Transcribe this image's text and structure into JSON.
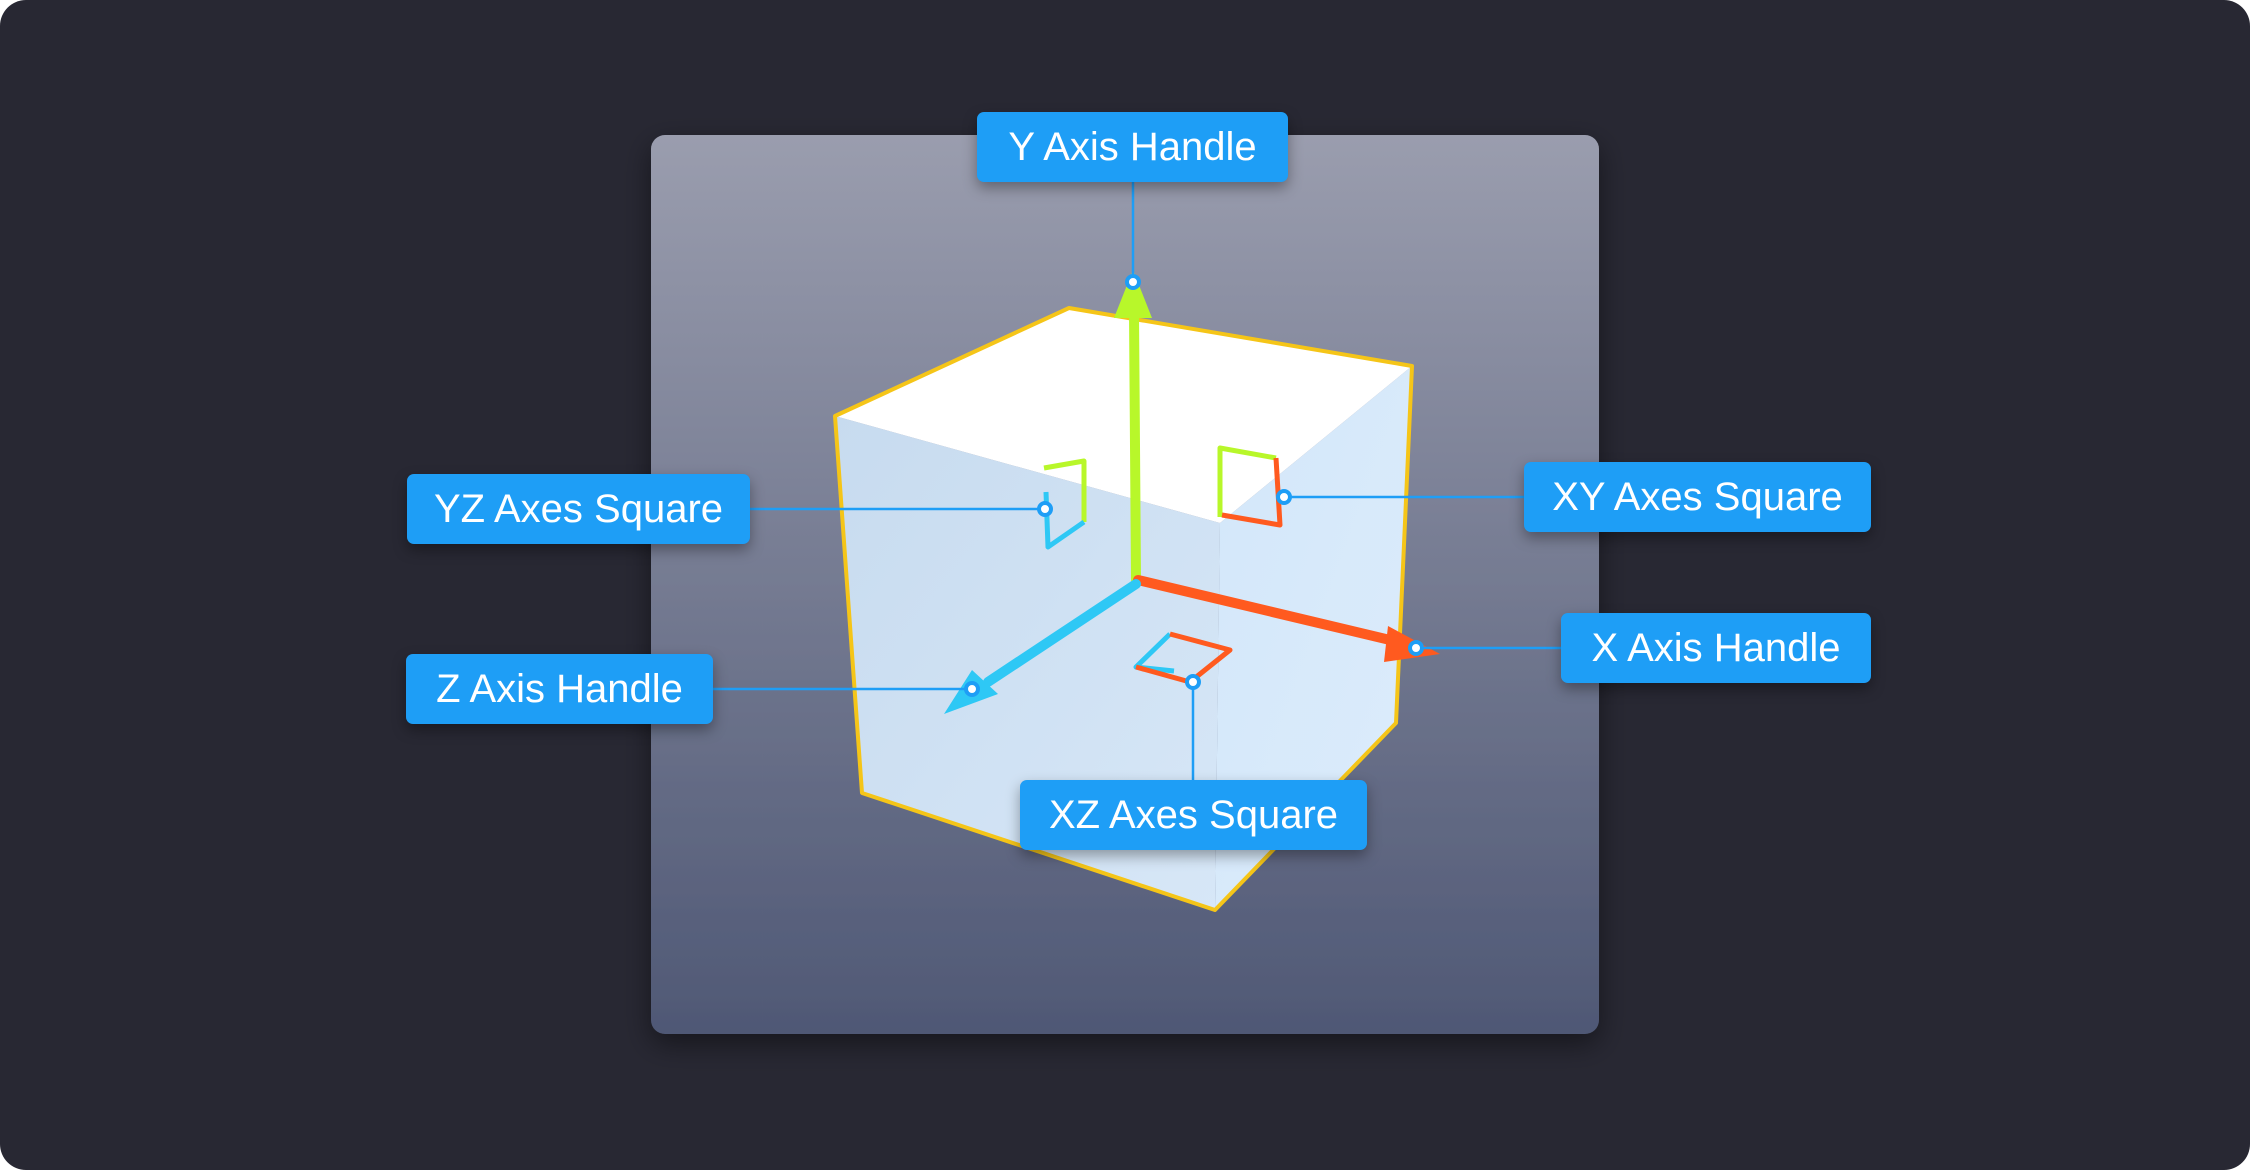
{
  "colors": {
    "background": "#282833",
    "viewport_top": "#9a9dae",
    "viewport_bottom": "#4f5875",
    "cube_outline": "#f5c518",
    "x_axis": "#ff5a1f",
    "y_axis": "#b8f72a",
    "z_axis": "#2ec8f5",
    "callout": "#1e9ef6",
    "callout_text": "#ffffff"
  },
  "callouts": {
    "y_axis_handle": "Y Axis Handle",
    "yz_axes_square": "YZ Axes Square",
    "xy_axes_square": "XY Axes Square",
    "x_axis_handle": "X Axis Handle",
    "z_axis_handle": "Z Axis Handle",
    "xz_axes_square": "XZ Axes Square"
  }
}
